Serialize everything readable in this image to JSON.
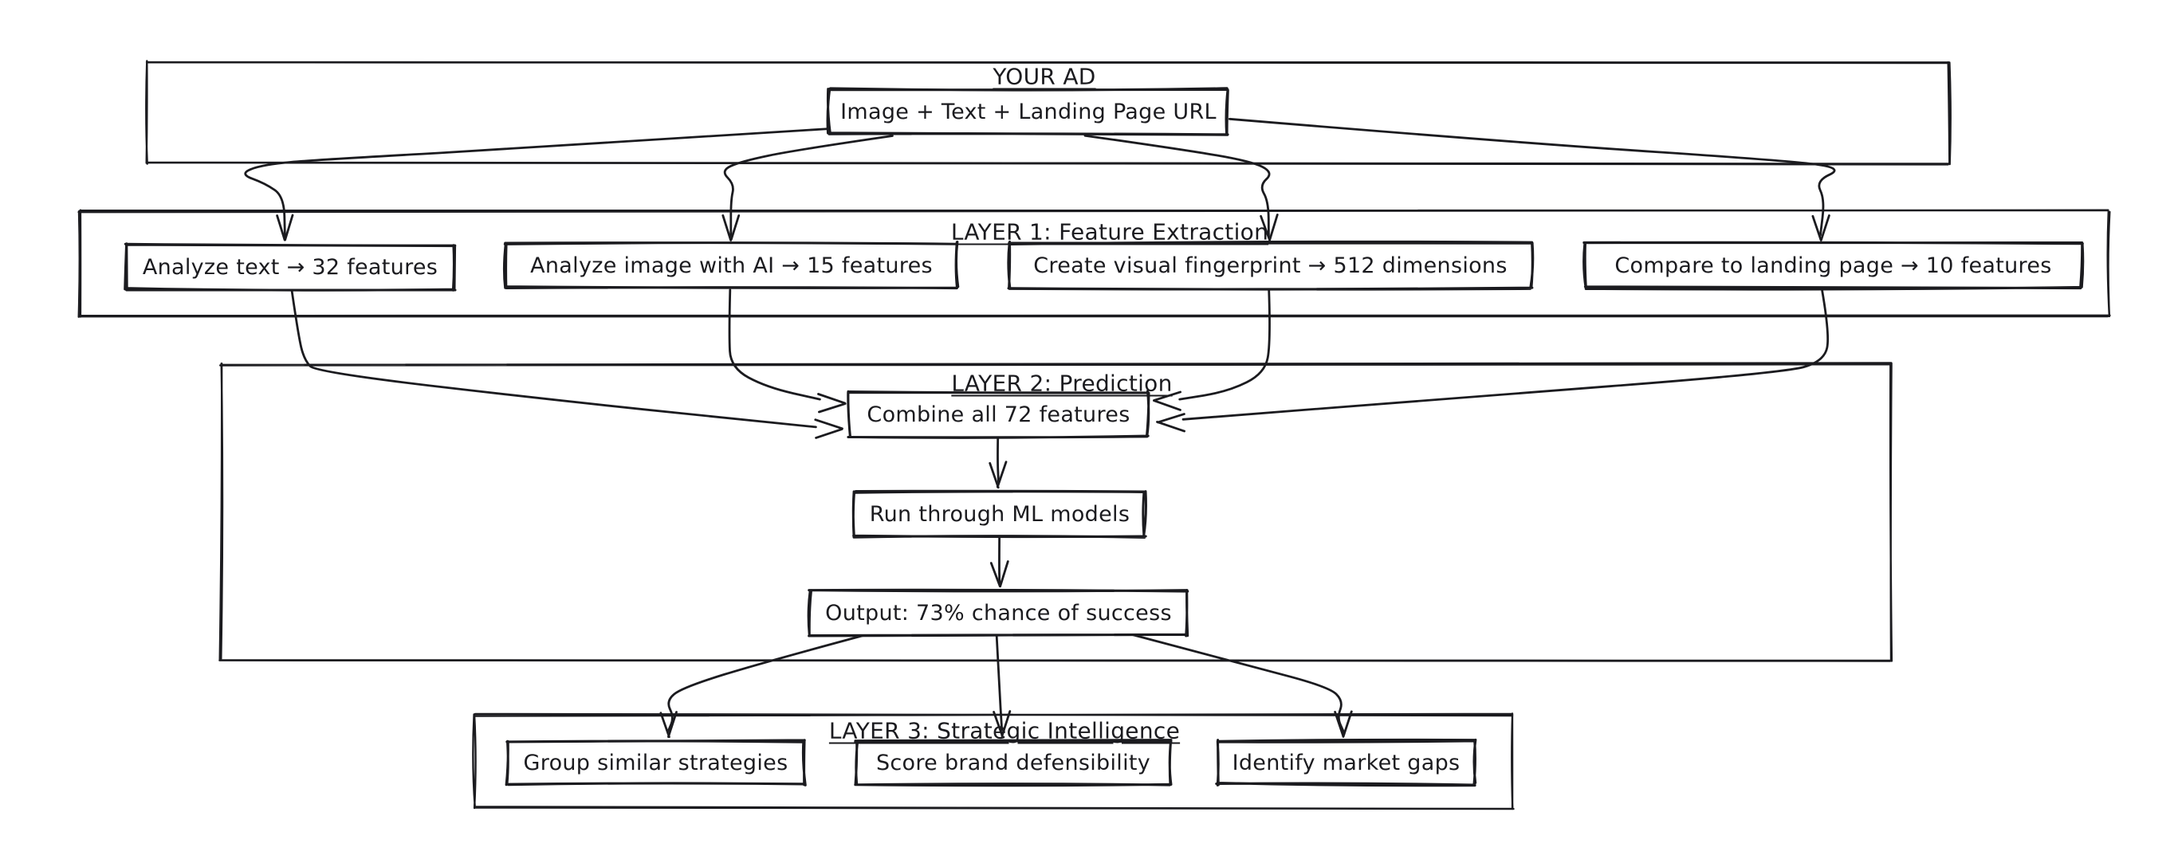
{
  "diagram": {
    "background": "#ffffff",
    "ink": "#1b1b1f",
    "top": {
      "title": "YOUR AD",
      "node": "Image + Text + Landing Page URL"
    },
    "layer1": {
      "title": "LAYER 1: Feature Extraction",
      "nodes": [
        "Analyze text → 32 features",
        "Analyze image with AI → 15 features",
        "Create visual fingerprint → 512 dimensions",
        "Compare to landing page → 10 features"
      ]
    },
    "layer2": {
      "title": "LAYER 2: Prediction",
      "nodes": [
        "Combine all 72 features",
        "Run through ML models",
        "Output: 73% chance of success"
      ]
    },
    "layer3": {
      "title": "LAYER 3: Strategic Intelligence",
      "nodes": [
        "Group similar strategies",
        "Score brand defensibility",
        "Identify market gaps"
      ]
    }
  }
}
